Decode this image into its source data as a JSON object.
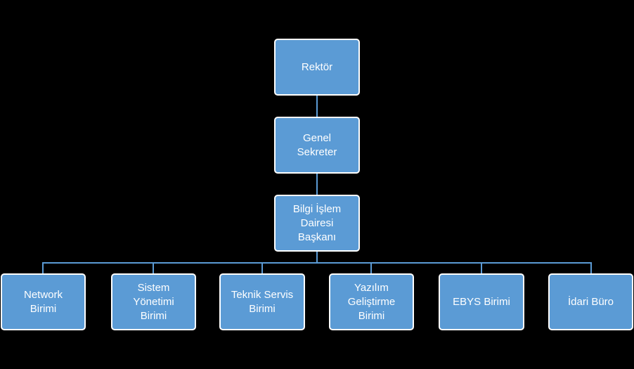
{
  "diagram": {
    "colors": {
      "background": "#000000",
      "node_fill": "#5B9BD5",
      "node_border": "#FFFFFF",
      "node_text": "#FFFFFF",
      "connector": "#5B9BD5"
    },
    "nodes": {
      "rektor": "Rektör",
      "genel_sekreter": "Genel\nSekreter",
      "bilgi_islem": "Bilgi İşlem\nDairesi\nBaşkanı",
      "network": "Network\nBirimi",
      "sistem": "Sistem\nYönetimi\nBirimi",
      "teknik": "Teknik Servis\nBirimi",
      "yazilim": "Yazılım\nGeliştirme\nBirimi",
      "ebys": "EBYS Birimi",
      "idari": "İdari Büro"
    }
  }
}
